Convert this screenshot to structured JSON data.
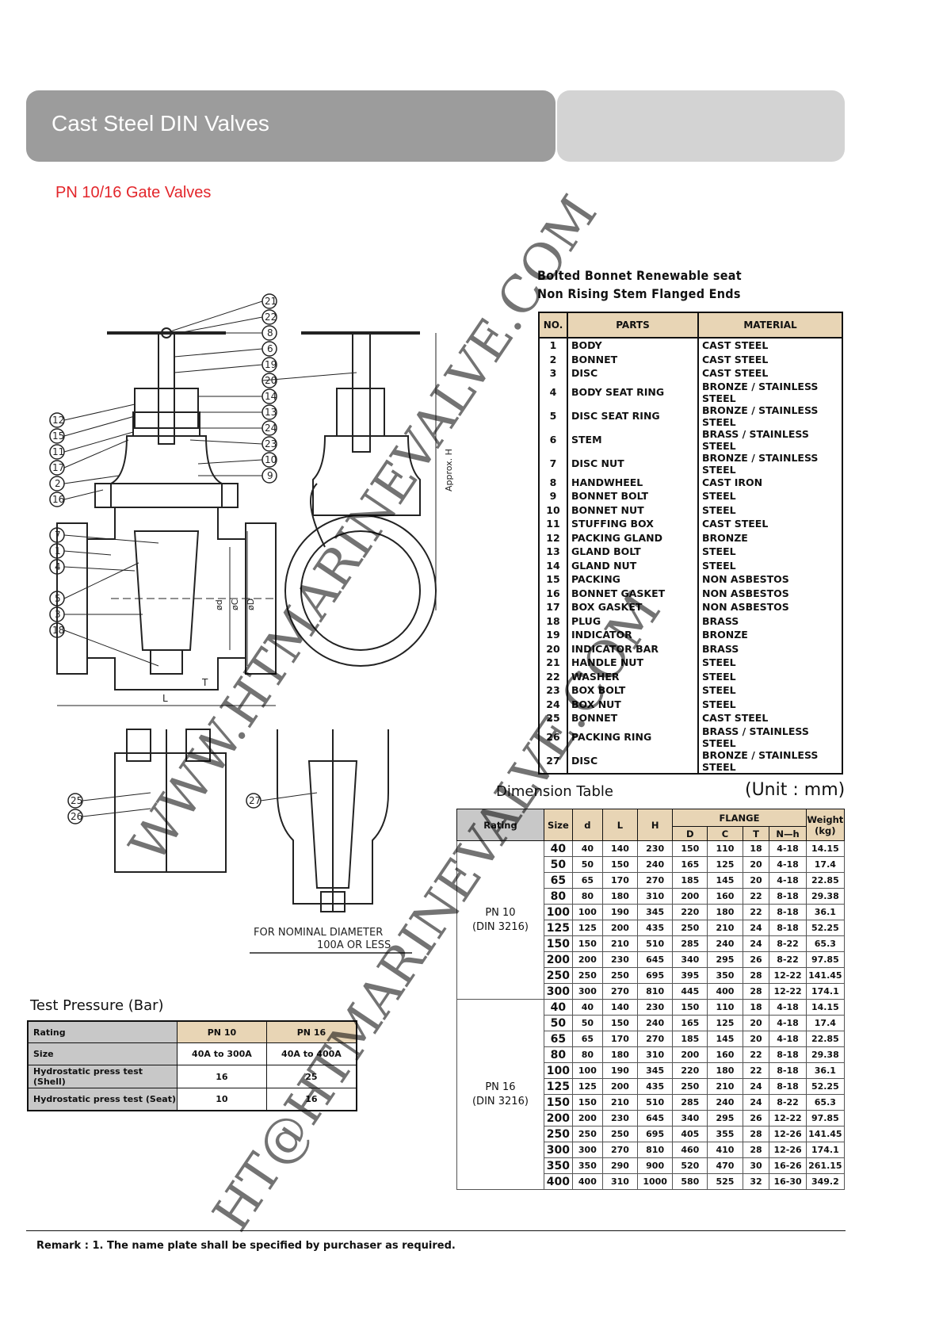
{
  "header": {
    "title": "Cast Steel DIN Valves"
  },
  "subtitle": "PN 10/16 Gate Valves",
  "parts_caption": {
    "line1": "Bolted Bonnet Renewable seat",
    "line2": "Non Rising Stem Flanged Ends"
  },
  "parts_table": {
    "headers": [
      "NO.",
      "PARTS",
      "MATERIAL"
    ],
    "rows": [
      [
        "1",
        "BODY",
        "CAST STEEL"
      ],
      [
        "2",
        "BONNET",
        "CAST STEEL"
      ],
      [
        "3",
        "DISC",
        "CAST STEEL"
      ],
      [
        "4",
        "BODY SEAT RING",
        "BRONZE / STAINLESS STEEL"
      ],
      [
        "5",
        "DISC SEAT RING",
        "BRONZE / STAINLESS STEEL"
      ],
      [
        "6",
        "STEM",
        "BRASS / STAINLESS STEEL"
      ],
      [
        "7",
        "DISC NUT",
        "BRONZE / STAINLESS STEEL"
      ],
      [
        "8",
        "HANDWHEEL",
        "CAST IRON"
      ],
      [
        "9",
        "BONNET BOLT",
        "STEEL"
      ],
      [
        "10",
        "BONNET NUT",
        "STEEL"
      ],
      [
        "11",
        "STUFFING BOX",
        "CAST STEEL"
      ],
      [
        "12",
        "PACKING GLAND",
        "BRONZE"
      ],
      [
        "13",
        "GLAND BOLT",
        "STEEL"
      ],
      [
        "14",
        "GLAND NUT",
        "STEEL"
      ],
      [
        "15",
        "PACKING",
        "NON ASBESTOS"
      ],
      [
        "16",
        "BONNET GASKET",
        "NON ASBESTOS"
      ],
      [
        "17",
        "BOX GASKET",
        "NON ASBESTOS"
      ],
      [
        "18",
        "PLUG",
        "BRASS"
      ],
      [
        "19",
        "INDICATOR",
        "BRONZE"
      ],
      [
        "20",
        "INDICATOR BAR",
        "BRASS"
      ],
      [
        "21",
        "HANDLE NUT",
        "STEEL"
      ],
      [
        "22",
        "WASHER",
        "STEEL"
      ],
      [
        "23",
        "BOX BOLT",
        "STEEL"
      ],
      [
        "24",
        "BOX NUT",
        "STEEL"
      ],
      [
        "25",
        "BONNET",
        "CAST STEEL"
      ],
      [
        "26",
        "PACKING RING",
        "BRASS / STAINLESS STEEL"
      ],
      [
        "27",
        "DISC",
        "BRONZE / STAINLESS STEEL"
      ]
    ]
  },
  "drawing": {
    "callouts": [
      "21",
      "22",
      "8",
      "6",
      "19",
      "20",
      "14",
      "13",
      "24",
      "23",
      "10",
      "9",
      "12",
      "15",
      "11",
      "17",
      "2",
      "16",
      "7",
      "1",
      "4",
      "5",
      "3",
      "18",
      "25",
      "26",
      "27"
    ],
    "dim_labels": {
      "h": "Approx. H",
      "L": "L",
      "T": "T",
      "d": "ød",
      "C": "øC",
      "D": "øD"
    },
    "note_line1": "FOR NOMINAL DIAMETER",
    "note_line2": "100A OR LESS"
  },
  "dimension_table": {
    "caption": "Dimension Table",
    "unit": "(Unit : mm)",
    "headers": {
      "rating": "Rating",
      "size": "Size",
      "d": "d",
      "L": "L",
      "H": "H",
      "flange": "FLANGE",
      "D": "D",
      "C": "C",
      "T": "T",
      "Nh": "N—h",
      "weight": "Weight",
      "weight_unit": "(kg)"
    },
    "groups": [
      {
        "rating": "PN 10",
        "std": "(DIN 3216)",
        "rows": [
          [
            "40",
            "40",
            "140",
            "230",
            "150",
            "110",
            "18",
            "4-18",
            "14.15"
          ],
          [
            "50",
            "50",
            "150",
            "240",
            "165",
            "125",
            "20",
            "4-18",
            "17.4"
          ],
          [
            "65",
            "65",
            "170",
            "270",
            "185",
            "145",
            "20",
            "4-18",
            "22.85"
          ],
          [
            "80",
            "80",
            "180",
            "310",
            "200",
            "160",
            "22",
            "8-18",
            "29.38"
          ],
          [
            "100",
            "100",
            "190",
            "345",
            "220",
            "180",
            "22",
            "8-18",
            "36.1"
          ],
          [
            "125",
            "125",
            "200",
            "435",
            "250",
            "210",
            "24",
            "8-18",
            "52.25"
          ],
          [
            "150",
            "150",
            "210",
            "510",
            "285",
            "240",
            "24",
            "8-22",
            "65.3"
          ],
          [
            "200",
            "200",
            "230",
            "645",
            "340",
            "295",
            "26",
            "8-22",
            "97.85"
          ],
          [
            "250",
            "250",
            "250",
            "695",
            "395",
            "350",
            "28",
            "12-22",
            "141.45"
          ],
          [
            "300",
            "300",
            "270",
            "810",
            "445",
            "400",
            "28",
            "12-22",
            "174.1"
          ]
        ]
      },
      {
        "rating": "PN 16",
        "std": "(DIN 3216)",
        "rows": [
          [
            "40",
            "40",
            "140",
            "230",
            "150",
            "110",
            "18",
            "4-18",
            "14.15"
          ],
          [
            "50",
            "50",
            "150",
            "240",
            "165",
            "125",
            "20",
            "4-18",
            "17.4"
          ],
          [
            "65",
            "65",
            "170",
            "270",
            "185",
            "145",
            "20",
            "4-18",
            "22.85"
          ],
          [
            "80",
            "80",
            "180",
            "310",
            "200",
            "160",
            "22",
            "8-18",
            "29.38"
          ],
          [
            "100",
            "100",
            "190",
            "345",
            "220",
            "180",
            "22",
            "8-18",
            "36.1"
          ],
          [
            "125",
            "125",
            "200",
            "435",
            "250",
            "210",
            "24",
            "8-18",
            "52.25"
          ],
          [
            "150",
            "150",
            "210",
            "510",
            "285",
            "240",
            "24",
            "8-22",
            "65.3"
          ],
          [
            "200",
            "200",
            "230",
            "645",
            "340",
            "295",
            "26",
            "12-22",
            "97.85"
          ],
          [
            "250",
            "250",
            "250",
            "695",
            "405",
            "355",
            "28",
            "12-26",
            "141.45"
          ],
          [
            "300",
            "300",
            "270",
            "810",
            "460",
            "410",
            "28",
            "12-26",
            "174.1"
          ],
          [
            "350",
            "350",
            "290",
            "900",
            "520",
            "470",
            "30",
            "16-26",
            "261.15"
          ],
          [
            "400",
            "400",
            "310",
            "1000",
            "580",
            "525",
            "32",
            "16-30",
            "349.2"
          ]
        ]
      }
    ]
  },
  "test_pressure": {
    "caption": "Test Pressure (Bar)",
    "headers": [
      "Rating",
      "PN 10",
      "PN 16"
    ],
    "rows": [
      [
        "Size",
        "40A to 300A",
        "40A to 400A"
      ],
      [
        "Hydrostatic press test (Shell)",
        "16",
        "25"
      ],
      [
        "Hydrostatic press test (Seat)",
        "10",
        "16"
      ]
    ]
  },
  "remark": "Remark : 1. The name plate shall be specified by purchaser as required.",
  "watermarks": [
    "WWW.HTMARINEVALVE.COM",
    "HT@HTMARINEVALVE.COM"
  ]
}
